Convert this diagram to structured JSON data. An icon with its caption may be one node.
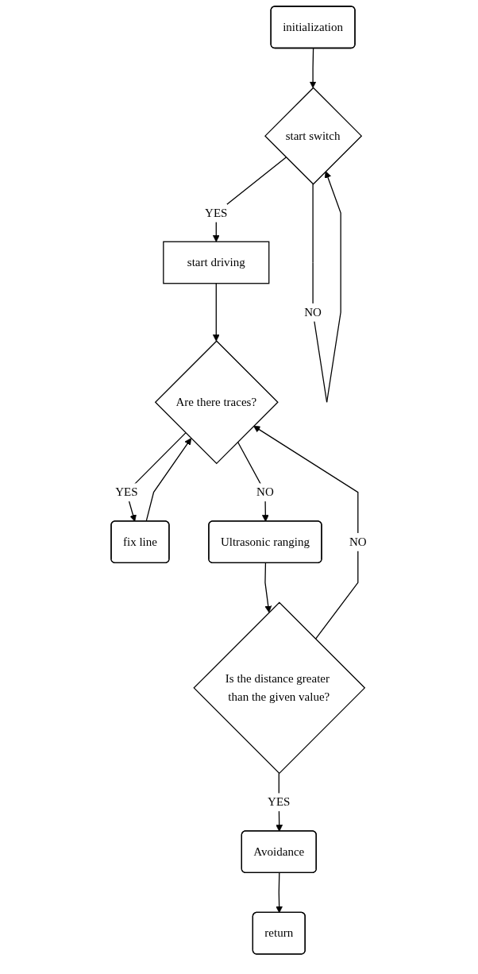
{
  "diagram": {
    "nodes": [
      {
        "text": [
          "initialization"
        ]
      },
      {
        "text": [
          "start switch"
        ]
      },
      {
        "text": [
          "start driving"
        ]
      },
      {
        "text": [
          "Are there traces?"
        ]
      },
      {
        "text": [
          "fix line"
        ]
      },
      {
        "text": [
          "Ultrasonic ranging"
        ]
      },
      {
        "text": [
          "Is the distance greater than the given value?"
        ]
      },
      {
        "text": [
          "Avoidance"
        ]
      },
      {
        "text": [
          "return"
        ]
      }
    ],
    "edges": [
      {
        "from": 0,
        "to": 1,
        "arrow": "to"
      },
      {
        "from": 1,
        "to": 1,
        "label": "NO",
        "arrow": "to"
      },
      {
        "from": 1,
        "to": 2,
        "label": "YES",
        "arrow": "to"
      },
      {
        "from": 2,
        "to": 3,
        "arrow": "to"
      },
      {
        "from": 3,
        "to": 4,
        "label": "YES",
        "arrow": "to"
      },
      {
        "from": 4,
        "to": 3,
        "arrow": "to"
      },
      {
        "from": 3,
        "to": 5,
        "label": "NO",
        "arrow": "to"
      },
      {
        "from": 5,
        "to": 6,
        "arrow": "to"
      },
      {
        "from": 6,
        "to": 3,
        "label": "NO",
        "arrow": "to"
      },
      {
        "from": 6,
        "to": 7,
        "label": "YES",
        "arrow": "to"
      },
      {
        "from": 7,
        "to": 8,
        "arrow": "to"
      }
    ]
  }
}
